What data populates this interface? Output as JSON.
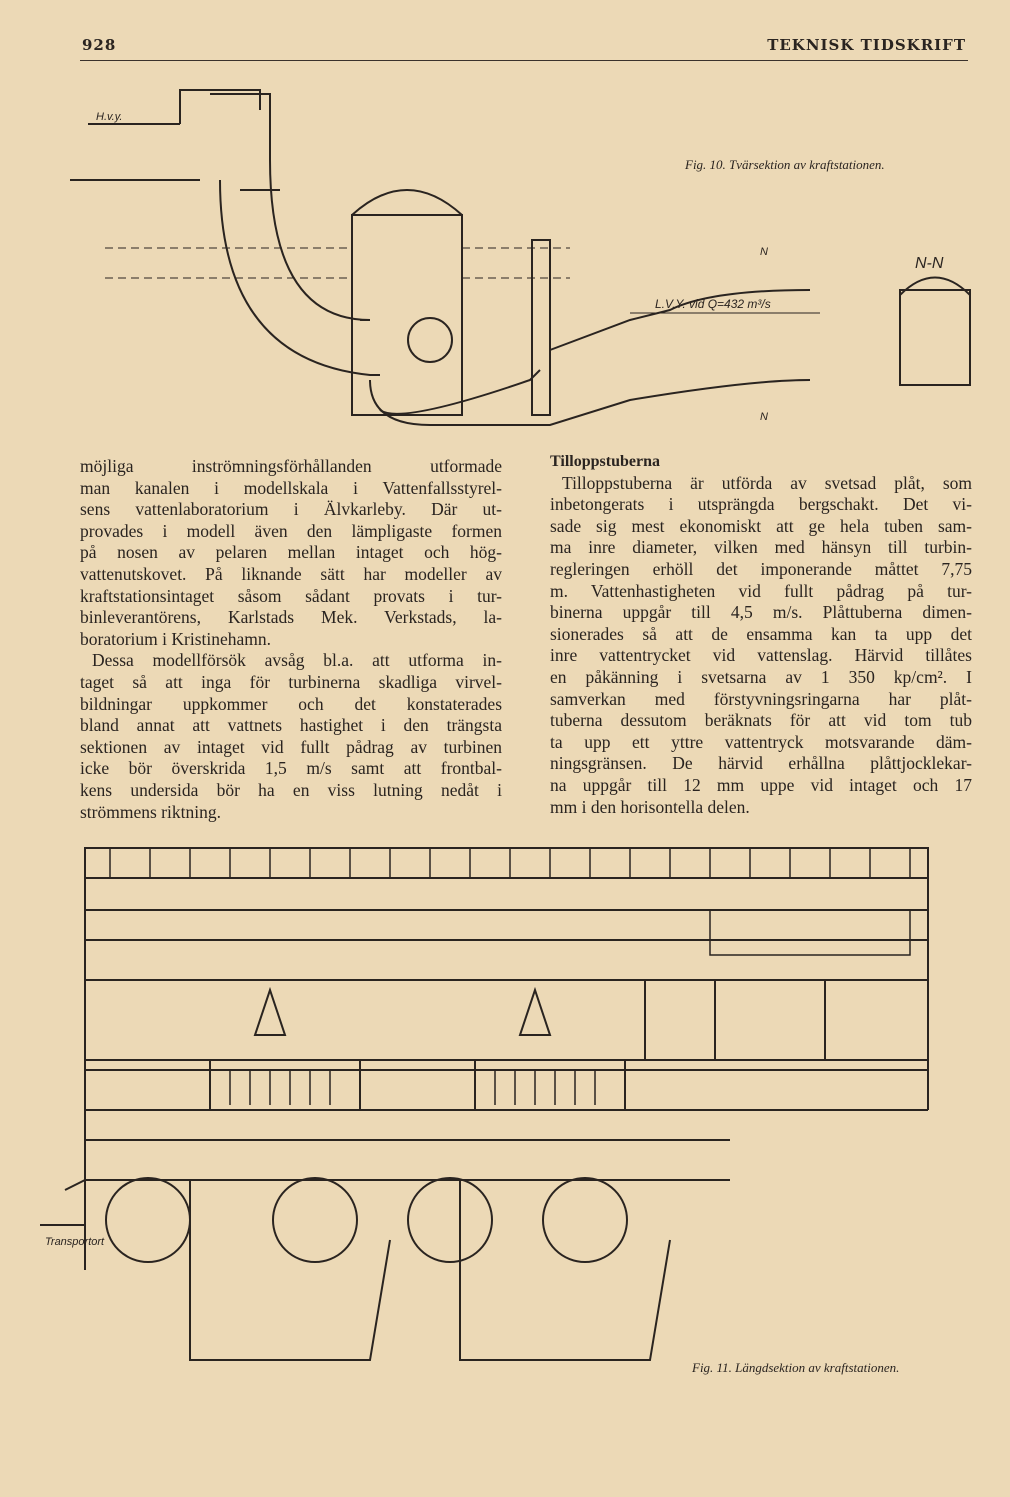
{
  "header": {
    "page_number": "928",
    "journal": "TEKNISK TIDSKRIFT"
  },
  "figure10": {
    "caption": "Fig. 10. Tvärsektion av kraftstationen.",
    "labels": {
      "hvy": "H.v.y.",
      "section_mark": "N",
      "section_title": "N-N",
      "lvy": "L.V.Y. vid Q=432 m³/s"
    }
  },
  "left_column": {
    "lines": [
      "möjliga inströmningsförhållanden utformade",
      "man kanalen i modellskala i Vattenfallsstyrel-",
      "sens vattenlaboratorium i Älvkarleby. Där ut-",
      "provades i modell även den lämpligaste formen",
      "på nosen av pelaren mellan intaget och hög-",
      "vattenutskovet. På liknande sätt har modeller av",
      "kraftstationsintaget såsom sådant provats i tur-",
      "binleverantörens, Karlstads Mek. Verkstads, la-",
      "boratorium i Kristinehamn.",
      "Dessa modellförsök avsåg bl.a. att utforma in-",
      "taget så att inga för turbinerna skadliga virvel-",
      "bildningar uppkommer och det konstaterades",
      "bland annat att vattnets hastighet i den trängsta",
      "sektionen av intaget vid fullt pådrag av turbinen",
      "icke bör överskrida 1,5 m/s samt att frontbal-",
      "kens undersida bör ha en viss lutning nedåt i",
      "strömmens riktning."
    ]
  },
  "right_column": {
    "heading": "Tilloppstuberna",
    "lines": [
      "Tilloppstuberna är utförda av svetsad plåt, som",
      "inbetongerats i utsprängda bergschakt. Det vi-",
      "sade sig mest ekonomiskt att ge hela tuben sam-",
      "ma inre diameter, vilken med hänsyn till turbin-",
      "regleringen erhöll det imponerande måttet 7,75",
      "m. Vattenhastigheten vid fullt pådrag på tur-",
      "binerna uppgår till 4,5 m/s. Plåttuberna dimen-",
      "sionerades så att de ensamma kan ta upp det",
      "inre vattentrycket vid vattenslag. Härvid tillåtes",
      "en påkänning i svetsarna av 1 350 kp/cm². I",
      "samverkan med förstyvningsringarna har plåt-",
      "tuberna dessutom beräknats för att vid tom tub",
      "ta upp ett yttre vattentryck motsvarande däm-",
      "ningsgränsen. De härvid erhållna plåttjocklekar-",
      "na uppgår till 12 mm uppe vid intaget och 17",
      "mm i den horisontella delen."
    ]
  },
  "figure11": {
    "caption": "Fig. 11. Längdsektion av kraftstationen.",
    "labels": {
      "transport": "Transportort"
    }
  }
}
